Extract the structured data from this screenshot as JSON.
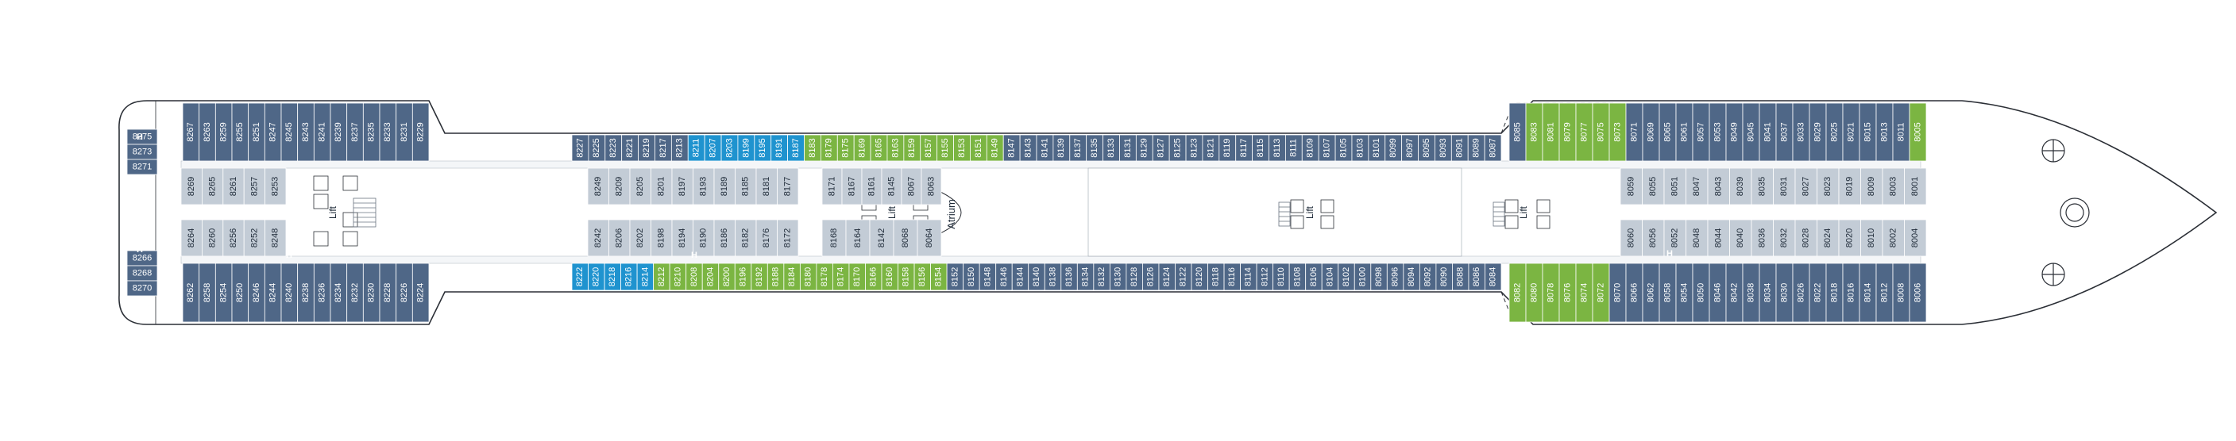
{
  "colors": {
    "standard": "#4f6787",
    "interior": "#c3ccd6",
    "green": "#7bb542",
    "blue": "#1f93cf",
    "hull": "#ffffff",
    "outline": "#2b2f36",
    "white_text": "#ffffff",
    "dark_text": "#1e2a38"
  },
  "labels": {
    "lift_a": "Lift",
    "lift_b": "Lift",
    "lift_c": "Lift",
    "lift_d": "Lift",
    "lift_e": "Lift",
    "atrium": "Atrium",
    "h_marks": [
      "H",
      "H",
      "H",
      "H",
      "H",
      "H",
      "H",
      "H"
    ]
  },
  "cabins": {
    "aft_stack_top": [
      "8275",
      "8273",
      "8271"
    ],
    "aft_stack_bottom": [
      "8266",
      "8268",
      "8270"
    ],
    "outer_top": [
      "8267",
      "8263",
      "8259",
      "8255",
      "8251",
      "8247",
      "8245",
      "8243",
      "8241",
      "8239",
      "8237",
      "8235",
      "8233",
      "8231",
      "8229",
      "8227",
      "8225",
      "8223",
      "8221",
      "8219",
      "8217",
      "8213",
      "8211",
      "8207",
      "8203",
      "8199",
      "8195",
      "8191",
      "8187",
      "8183",
      "8179",
      "8175",
      "8169",
      "8165",
      "8163",
      "8159",
      "8157",
      "8155",
      "8153",
      "8151",
      "8149",
      "8147",
      "8143",
      "8141",
      "8139",
      "8137",
      "8135",
      "8133",
      "8131",
      "8129",
      "8127",
      "8125",
      "8123",
      "8121",
      "8119",
      "8117",
      "8115",
      "8113",
      "8111",
      "8109",
      "8107",
      "8105",
      "8103",
      "8101",
      "8099",
      "8097",
      "8095",
      "8093",
      "8091",
      "8089",
      "8087",
      "8085",
      "8083",
      "8081",
      "8079",
      "8077",
      "8075",
      "8073",
      "8071",
      "8069",
      "8065",
      "8061",
      "8057",
      "8053",
      "8049",
      "8045",
      "8041",
      "8037",
      "8033",
      "8029",
      "8025",
      "8021",
      "8015",
      "8013",
      "8011",
      "8005"
    ],
    "outer_top_type": [
      "s",
      "s",
      "s",
      "s",
      "s",
      "s",
      "s",
      "s",
      "s",
      "s",
      "s",
      "s",
      "s",
      "s",
      "s",
      "s",
      "s",
      "s",
      "s",
      "s",
      "s",
      "s",
      "b",
      "b",
      "b",
      "b",
      "b",
      "b",
      "b",
      "g",
      "g",
      "g",
      "g",
      "g",
      "g",
      "g",
      "g",
      "g",
      "g",
      "g",
      "g",
      "s",
      "s",
      "s",
      "s",
      "s",
      "s",
      "s",
      "s",
      "s",
      "s",
      "s",
      "s",
      "s",
      "s",
      "s",
      "s",
      "s",
      "s",
      "s",
      "s",
      "s",
      "s",
      "s",
      "s",
      "s",
      "s",
      "s",
      "s",
      "s",
      "s",
      "s",
      "g",
      "g",
      "g",
      "g",
      "g",
      "g",
      "s",
      "s",
      "s",
      "s",
      "s",
      "s",
      "s",
      "s",
      "s",
      "s",
      "s",
      "s",
      "s",
      "s",
      "s",
      "s",
      "s",
      "g"
    ],
    "inner_top": [
      "8269",
      "8265",
      "8261",
      "8257",
      "8253",
      "8249",
      "8209",
      "8205",
      "8201",
      "8197",
      "8193",
      "8189",
      "8185",
      "8181",
      "8177",
      "8171",
      "8167",
      "8161",
      "8145",
      "8067",
      "8063",
      "8059",
      "8055",
      "8051",
      "8047",
      "8043",
      "8039",
      "8035",
      "8031",
      "8027",
      "8023",
      "8019",
      "8009",
      "8003",
      "8001"
    ],
    "inner_bottom": [
      "8264",
      "8260",
      "8256",
      "8252",
      "8248",
      "8242",
      "8206",
      "8202",
      "8198",
      "8194",
      "8190",
      "8186",
      "8182",
      "8176",
      "8172",
      "8168",
      "8164",
      "8142",
      "8068",
      "8064",
      "8060",
      "8056",
      "8052",
      "8048",
      "8044",
      "8040",
      "8036",
      "8032",
      "8028",
      "8024",
      "8020",
      "8010",
      "8002",
      "8004"
    ],
    "outer_bottom": [
      "8262",
      "8258",
      "8254",
      "8250",
      "8246",
      "8244",
      "8240",
      "8238",
      "8236",
      "8234",
      "8232",
      "8230",
      "8228",
      "8226",
      "8224",
      "8222",
      "8220",
      "8218",
      "8216",
      "8214",
      "8212",
      "8210",
      "8208",
      "8204",
      "8200",
      "8196",
      "8192",
      "8188",
      "8184",
      "8180",
      "8178",
      "8174",
      "8170",
      "8166",
      "8160",
      "8158",
      "8156",
      "8154",
      "8152",
      "8150",
      "8148",
      "8146",
      "8144",
      "8140",
      "8138",
      "8136",
      "8134",
      "8132",
      "8130",
      "8128",
      "8126",
      "8124",
      "8122",
      "8120",
      "8118",
      "8116",
      "8114",
      "8112",
      "8110",
      "8108",
      "8106",
      "8104",
      "8102",
      "8100",
      "8098",
      "8096",
      "8094",
      "8092",
      "8090",
      "8088",
      "8086",
      "8084",
      "8082",
      "8080",
      "8078",
      "8076",
      "8074",
      "8072",
      "8070",
      "8066",
      "8062",
      "8058",
      "8054",
      "8050",
      "8046",
      "8042",
      "8038",
      "8034",
      "8030",
      "8026",
      "8022",
      "8018",
      "8016",
      "8014",
      "8012",
      "8008",
      "8006"
    ]
  }
}
